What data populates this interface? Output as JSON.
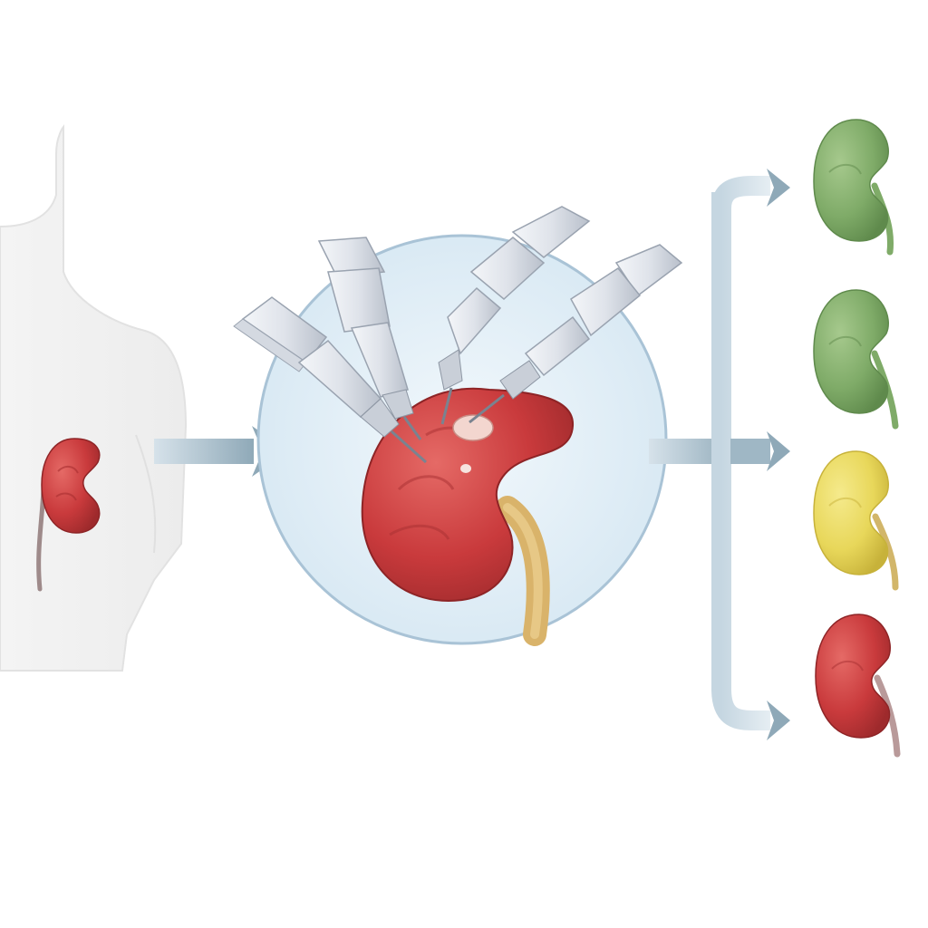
{
  "diagram": {
    "stages": [
      {
        "id": "patient",
        "kind": "patient-silhouette",
        "organ": "kidney",
        "organ_color": "#c93a3c"
      },
      {
        "id": "procedure",
        "kind": "robotic-surgery",
        "instrument_count": 4,
        "organ_color": "#c93a3c",
        "ureter_color": "#d9b36a",
        "circle_fill": "#e3eff7",
        "circle_stroke": "#a9c3d6"
      },
      {
        "id": "outcomes",
        "kind": "kidney-outcomes"
      }
    ],
    "outcomes": [
      {
        "id": "outcome-1",
        "color": "#7fab68",
        "ureter_color": "#7fab68"
      },
      {
        "id": "outcome-2",
        "color": "#7fab68",
        "ureter_color": "#7fab68"
      },
      {
        "id": "outcome-3",
        "color": "#e8d75a",
        "ureter_color": "#d2b66a"
      },
      {
        "id": "outcome-4",
        "color": "#c93a3c",
        "ureter_color": "#b99a9a"
      }
    ],
    "arrow_color": "#8fa9b8",
    "labels": []
  }
}
